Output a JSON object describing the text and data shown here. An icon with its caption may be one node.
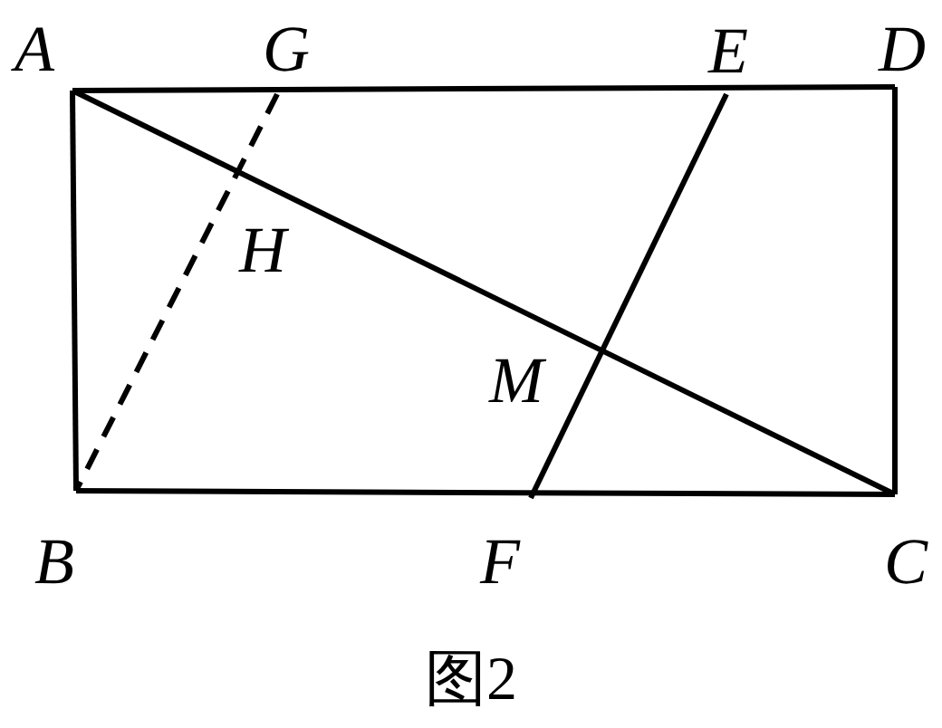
{
  "diagram": {
    "caption": "图2",
    "nodes": [
      {
        "text": [
          "A"
        ]
      },
      {
        "text": [
          "G"
        ]
      },
      {
        "text": [
          "E"
        ]
      },
      {
        "text": [
          "D"
        ]
      },
      {
        "text": [
          "B"
        ]
      },
      {
        "text": [
          "F"
        ]
      },
      {
        "text": [
          "C"
        ]
      }
    ],
    "edges": [
      {
        "from": 0,
        "to": 3,
        "arrow": "none"
      },
      {
        "from": 3,
        "to": 6,
        "arrow": "none"
      },
      {
        "from": 6,
        "to": 4,
        "arrow": "none"
      },
      {
        "from": 4,
        "to": 0,
        "arrow": "none"
      },
      {
        "from": 0,
        "to": 6,
        "arrow": "none"
      },
      {
        "from": 2,
        "to": 5,
        "arrow": "none"
      },
      {
        "from": 1,
        "to": 4,
        "arrow": "none",
        "style": "dashed"
      }
    ],
    "labels": [
      "H",
      "M"
    ]
  }
}
